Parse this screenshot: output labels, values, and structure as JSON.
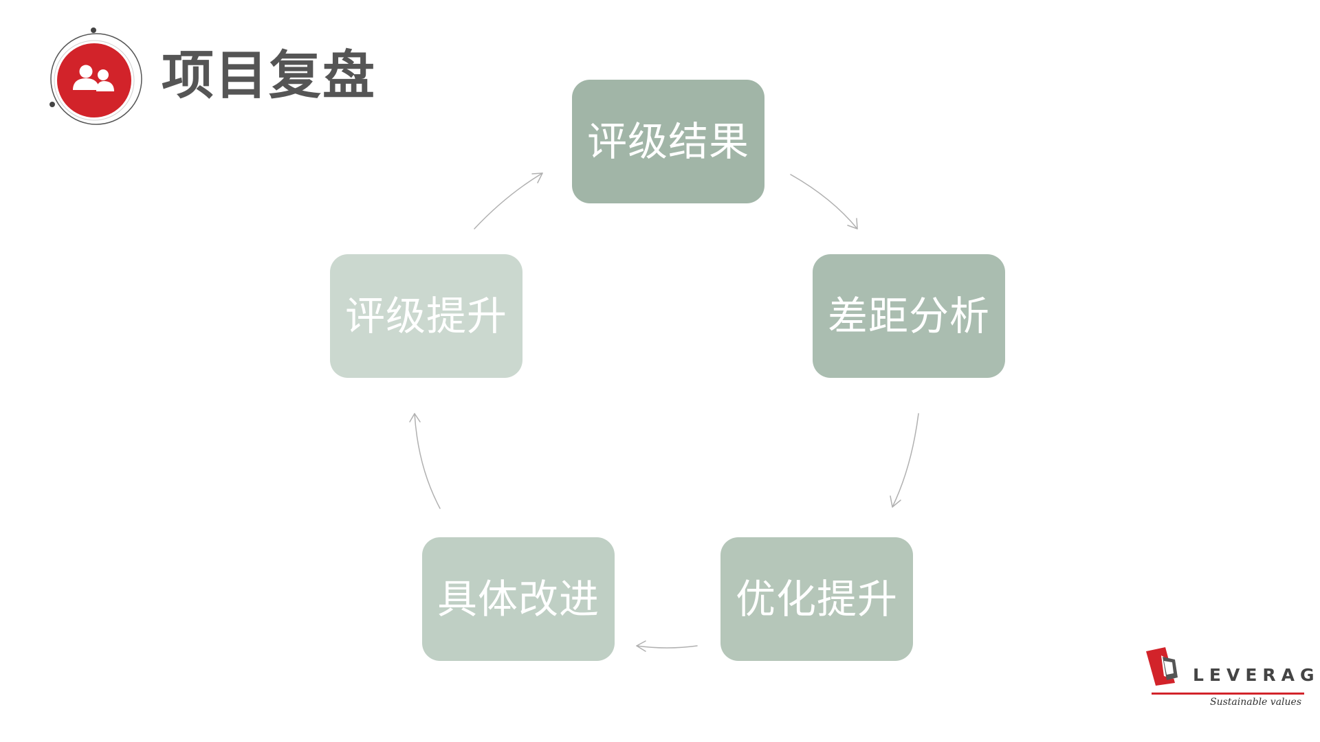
{
  "header": {
    "title": "项目复盘",
    "emblem_icon": "users-icon",
    "emblem_color": "#d2232a"
  },
  "cycle": {
    "stages": [
      {
        "label": "评级结果",
        "color": "#a1b5a7"
      },
      {
        "label": "差距分析",
        "color": "#aabdb0"
      },
      {
        "label": "优化提升",
        "color": "#b5c6b9"
      },
      {
        "label": "具体改进",
        "color": "#bfcfc4"
      },
      {
        "label": "评级提升",
        "color": "#cbd8cf"
      }
    ],
    "arrow_color": "#b0b0b0"
  },
  "brand": {
    "name": "LEVERAGE",
    "tagline": "Sustainable values",
    "accent_color": "#d2232a"
  }
}
